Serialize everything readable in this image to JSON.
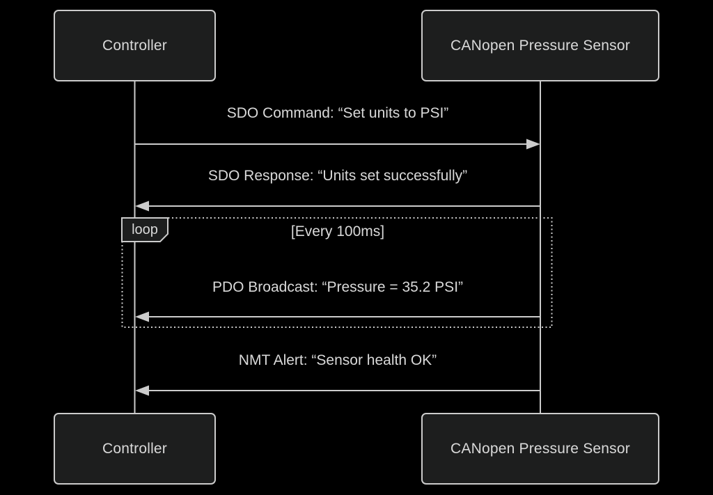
{
  "diagram_type": "sequence-diagram",
  "participants": [
    {
      "name": "Controller"
    },
    {
      "name": "CANopen Pressure Sensor"
    }
  ],
  "messages": [
    {
      "from": "Controller",
      "to": "CANopen Pressure Sensor",
      "direction": "right",
      "style": "solid",
      "label": "SDO Command: “Set units to PSI”"
    },
    {
      "from": "CANopen Pressure Sensor",
      "to": "Controller",
      "direction": "left",
      "style": "solid",
      "label": "SDO Response: “Units set successfully”"
    },
    {
      "from": "CANopen Pressure Sensor",
      "to": "Controller",
      "direction": "left",
      "style": "solid",
      "in_loop": true,
      "label": "PDO Broadcast: “Pressure = 35.2 PSI”"
    },
    {
      "from": "CANopen Pressure Sensor",
      "to": "Controller",
      "direction": "left",
      "style": "solid",
      "label": "NMT Alert: “Sensor health OK”"
    }
  ],
  "loop": {
    "operator": "loop",
    "condition": "[Every 100ms]"
  },
  "theme": {
    "background": "#000000",
    "line_color": "#cccccc",
    "text_color": "#d9d9d9",
    "actor_fill": "#1d1e1e",
    "actor_border": "#cccccc"
  }
}
